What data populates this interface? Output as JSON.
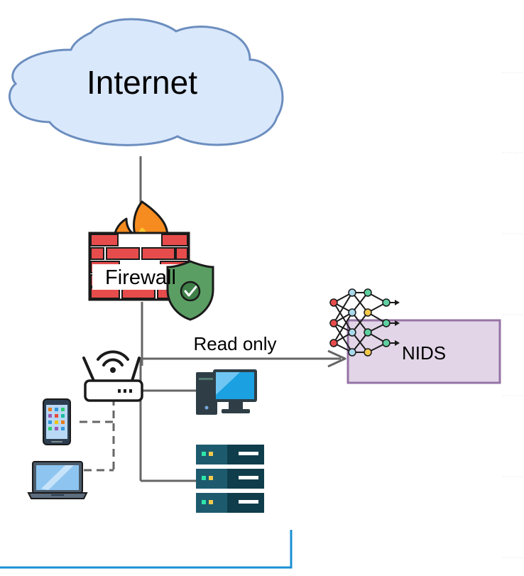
{
  "nodes": {
    "internet": {
      "label": "Internet"
    },
    "firewall": {
      "label": "Firewall"
    },
    "nids": {
      "label": "NIDS"
    }
  },
  "edges": {
    "read_only": {
      "label": "Read only"
    }
  },
  "colors": {
    "cloud_fill": "#dae8fc",
    "cloud_stroke": "#6c8ebf",
    "nids_fill": "#e1d5e7",
    "nids_stroke": "#9673a6",
    "link": "#666666",
    "accent_blue": "#1b8fd6",
    "brick": "#e74c4c",
    "flame": "#f68b1f",
    "shield": "#5b9e63"
  }
}
